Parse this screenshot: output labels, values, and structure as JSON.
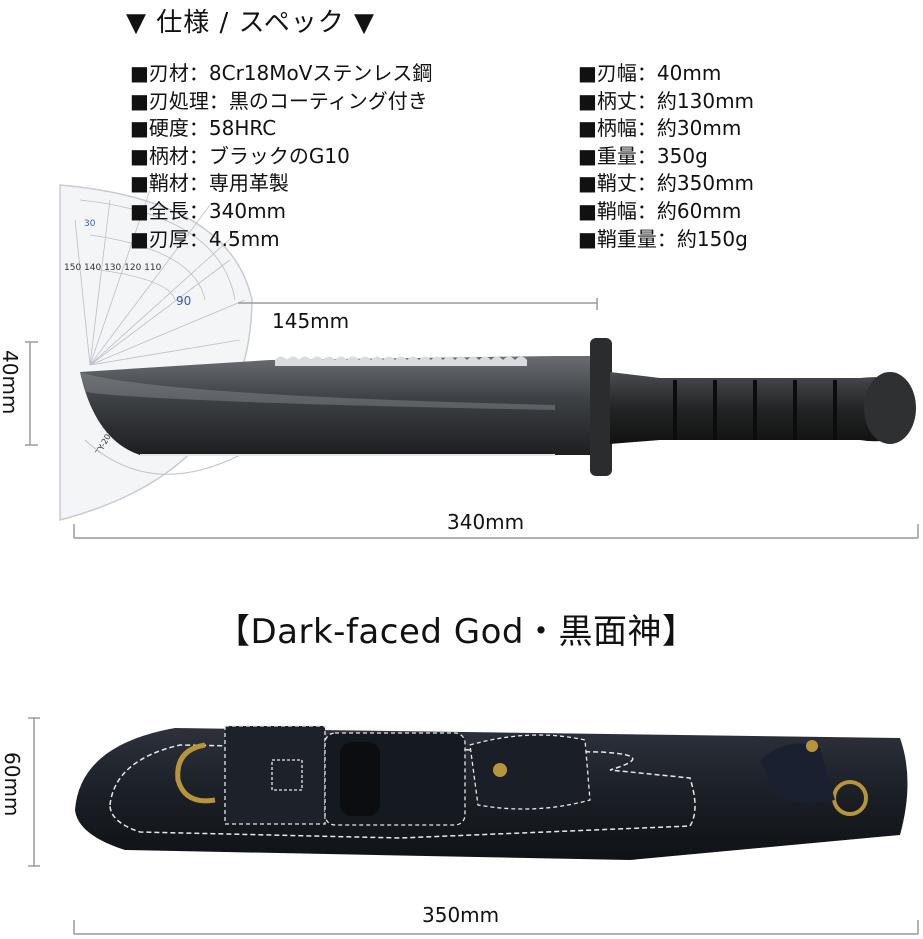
{
  "header": {
    "title": "▼ 仕様 / スペック ▼"
  },
  "specs_left": [
    "■刃材：8Cr18MoVステンレス鋼",
    "■刃処理：黒のコーティング付き",
    "■硬度：58HRC",
    "■柄材：ブラックのG10",
    "■鞘材：専用革製",
    "■全長：340mm",
    "■刃厚：4.5mm"
  ],
  "specs_right": [
    "■刃幅：40mm",
    "■柄丈：約130mm",
    "■柄幅：約30mm",
    "■重量：350g",
    "■鞘丈：約350mm",
    "■鞘幅：約60mm",
    "■鞘重量：約150g"
  ],
  "dimensions": {
    "blade_length": "145mm",
    "blade_width": "40mm",
    "total_length": "340mm",
    "sheath_width": "60mm",
    "sheath_length": "350mm"
  },
  "product_title": "【Dark-faced God・黒面神】",
  "protractor_labels": {
    "row1": "150 140 130 120 110",
    "top": "30",
    "ninety": "90",
    "bottom": "TY-2011"
  },
  "colors": {
    "blade": "#3a3d40",
    "handle": "#2b2d2e",
    "leather": "#1f232b",
    "stitch": "#e8e8e8",
    "brass": "#b8953a",
    "dim_line": "#9a9a9a",
    "protractor_blue": "#3a5aa8"
  }
}
